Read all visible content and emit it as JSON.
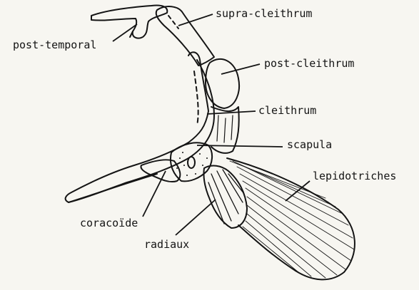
{
  "labels": {
    "post_temporal": "post-temporal",
    "supra_cleithrum": "supra-cleithrum",
    "post_cleithrum": "post-cleithrum",
    "cleithrum": "cleithrum",
    "scapula": "scapula",
    "lepidotriches": "lepidotriches",
    "coracoide": "coracoïde",
    "radiaux": "radiaux"
  },
  "colors": {
    "ink": "#141414",
    "paper": "#f7f6f1"
  }
}
